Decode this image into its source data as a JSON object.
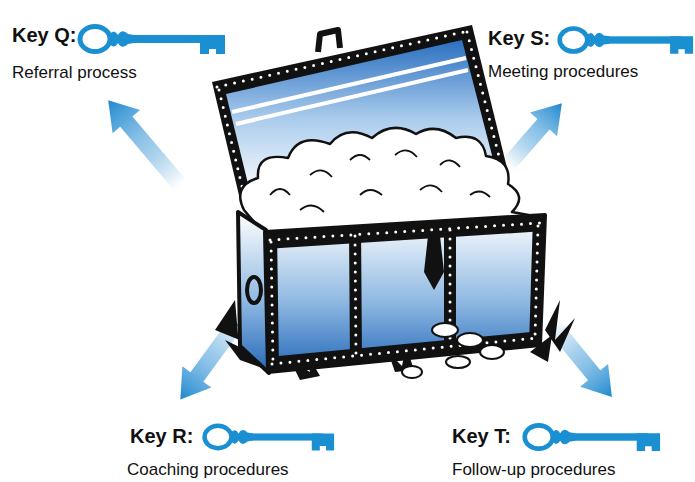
{
  "diagram": {
    "labels": [
      "Key Q:",
      "Referral process",
      "Key S:",
      "Meeting procedures",
      "Key R:",
      "Coaching procedures",
      "Key T:",
      "Follow-up procedures"
    ]
  }
}
